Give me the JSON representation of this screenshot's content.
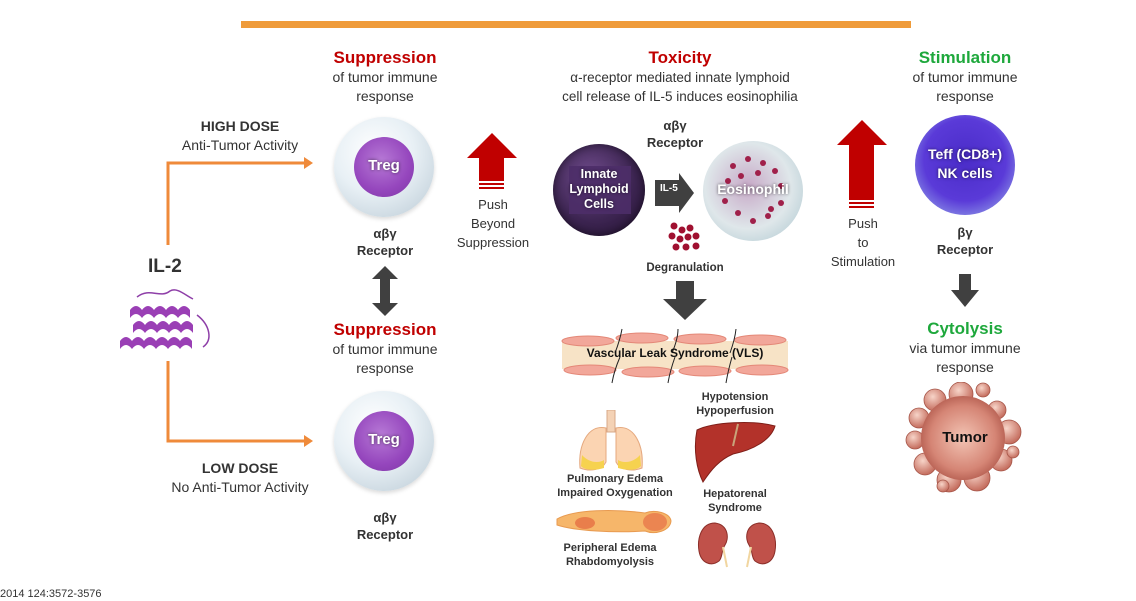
{
  "il2": {
    "label": "IL-2"
  },
  "high_dose": {
    "title": "HIGH DOSE",
    "subtitle": "Anti-Tumor Activity"
  },
  "low_dose": {
    "title": "LOW DOSE",
    "subtitle": "No Anti-Tumor Activity"
  },
  "suppression_top": {
    "title": "Suppression",
    "line1": "of tumor immune",
    "line2": "response",
    "cell_label": "Treg",
    "receptor_greek": "αβγ",
    "receptor_label": "Receptor"
  },
  "suppression_bottom": {
    "title": "Suppression",
    "line1": "of tumor immune",
    "line2": "response",
    "cell_label": "Treg",
    "receptor_greek": "αβγ",
    "receptor_label": "Receptor"
  },
  "push_beyond": {
    "line1": "Push",
    "line2": "Beyond",
    "line3": "Suppression"
  },
  "toxicity": {
    "title": "Toxicity",
    "line1": "α-receptor mediated innate lymphoid",
    "line2": "cell release of IL-5 induces eosinophilia",
    "receptor_greek": "αβγ",
    "receptor_label": "Receptor",
    "ilc_label_1": "Innate",
    "ilc_label_2": "Lymphoid",
    "ilc_label_3": "Cells",
    "arrow_label": "IL-5",
    "eosinophil_label": "Eosinophil",
    "degranulation": "Degranulation",
    "vls": "Vascular Leak Syndrome (VLS)",
    "hypotension_1": "Hypotension",
    "hypotension_2": "Hypoperfusion",
    "pulmonary_1": "Pulmonary Edema",
    "pulmonary_2": "Impaired Oxygenation",
    "hepatorenal_1": "Hepatorenal",
    "hepatorenal_2": "Syndrome",
    "peripheral_1": "Peripheral Edema",
    "peripheral_2": "Rhabdomyolysis"
  },
  "push_to": {
    "line1": "Push",
    "line2": "to",
    "line3": "Stimulation"
  },
  "stimulation": {
    "title": "Stimulation",
    "line1": "of tumor immune",
    "line2": "response",
    "cell_label_1": "Teff (CD8+)",
    "cell_label_2": "NK cells",
    "receptor_greek": "βγ",
    "receptor_label": "Receptor"
  },
  "cytolysis": {
    "title": "Cytolysis",
    "line1": "via tumor immune",
    "line2": "response",
    "tumor_label": "Tumor"
  },
  "citation": "2014 124:3572-3576",
  "colors": {
    "accent_orange": "#ef9b3a",
    "arrow_orange": "#ef8a3a",
    "suppression_red": "#c00000",
    "stimulation_green": "#1ea83c",
    "dark_arrow": "#404040"
  }
}
